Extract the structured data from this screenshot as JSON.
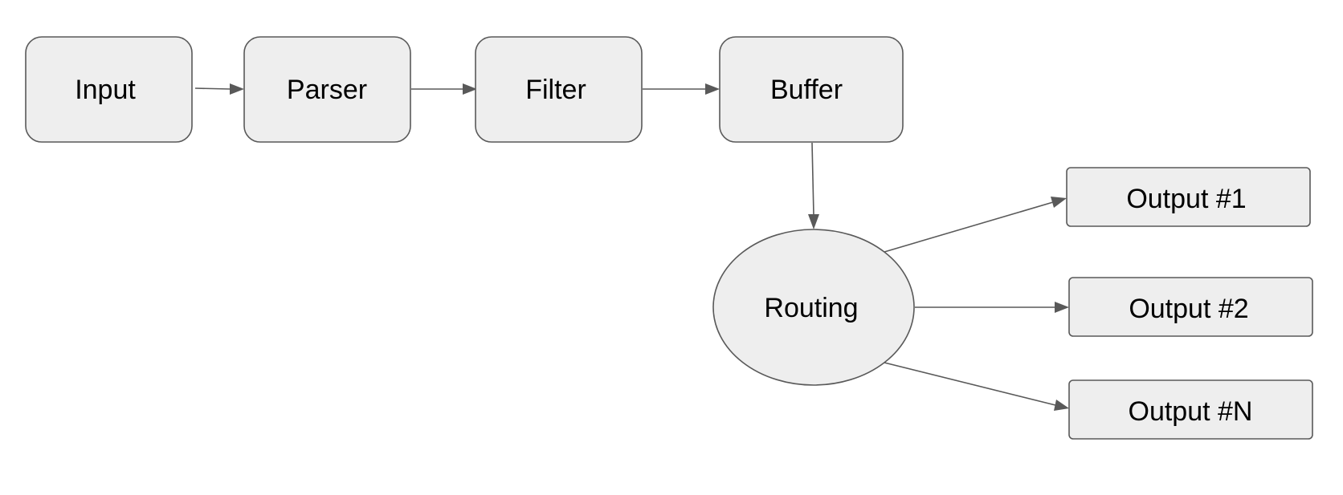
{
  "nodes": {
    "input": "Input",
    "parser": "Parser",
    "filter": "Filter",
    "buffer": "Buffer",
    "routing": "Routing",
    "output1": "Output #1",
    "output2": "Output #2",
    "outputN": "Output #N"
  },
  "colors": {
    "node_fill": "#eeeeee",
    "stroke": "#595959",
    "text": "#000000"
  }
}
